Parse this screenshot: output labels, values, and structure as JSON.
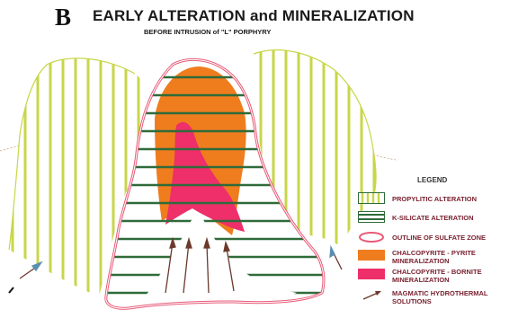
{
  "panel_letter": "B",
  "title": "EARLY ALTERATION and MINERALIZATION",
  "subtitle": "BEFORE INTRUSION of \"L\" PORPHYRY",
  "legend": {
    "title": "LEGEND",
    "items": [
      {
        "key": "propylitic",
        "label": "PROPYLITIC ALTERATION",
        "color": "#c8d64a"
      },
      {
        "key": "k-silicate",
        "label": "K-SILICATE ALTERATION",
        "color": "#2f6b3a"
      },
      {
        "key": "sulfate",
        "label": "OUTLINE OF SULFATE ZONE",
        "color": "#e85a78"
      },
      {
        "key": "cpy-py",
        "label": "CHALCOPYRITE - PYRITE\nMINERALIZATION",
        "color": "#ef7d1e"
      },
      {
        "key": "cpy-bn",
        "label": "CHALCOPYRITE - BORNITE\nMINERALIZATION",
        "color": "#ee2f6a"
      },
      {
        "key": "magmatic",
        "label": "MAGMATIC HYDROTHERMAL\nSOLUTIONS",
        "color": "#6b3a2c"
      }
    ]
  }
}
